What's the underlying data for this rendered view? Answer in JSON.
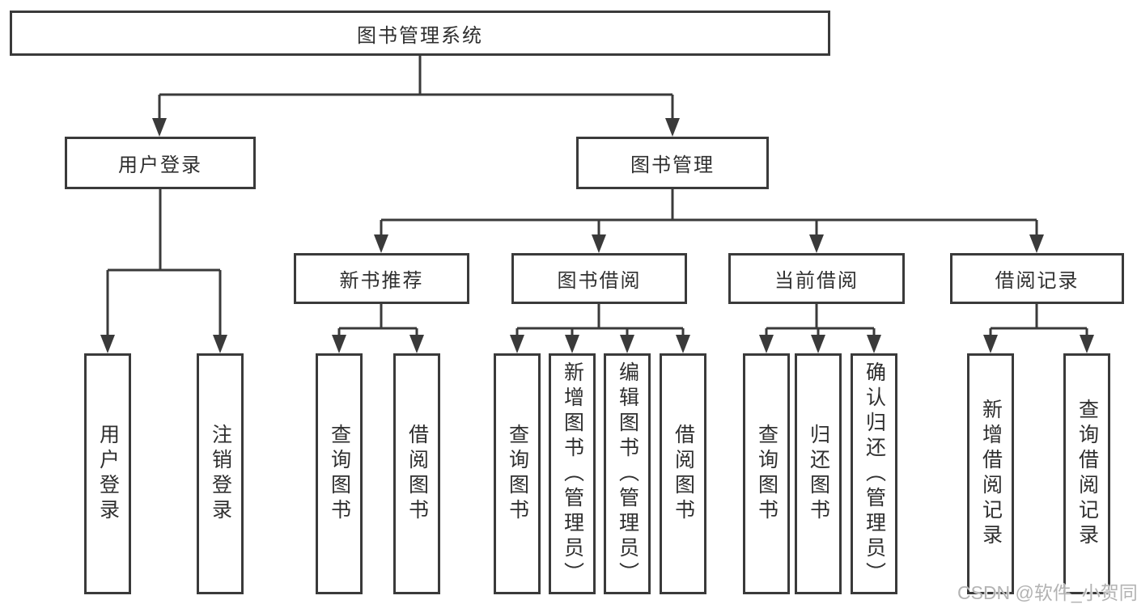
{
  "diagram": {
    "title": "图书管理系统",
    "branches": [
      {
        "label": "用户登录",
        "children": [
          {
            "label": "用户登录"
          },
          {
            "label": "注销登录"
          }
        ]
      },
      {
        "label": "图书管理",
        "children": [
          {
            "label": "新书推荐",
            "children": [
              {
                "label": "查询图书"
              },
              {
                "label": "借阅图书"
              }
            ]
          },
          {
            "label": "图书借阅",
            "children": [
              {
                "label": "查询图书"
              },
              {
                "label": "新增图书（管理员）"
              },
              {
                "label": "编辑图书（管理员）"
              },
              {
                "label": "借阅图书"
              }
            ]
          },
          {
            "label": "当前借阅",
            "children": [
              {
                "label": "查询图书"
              },
              {
                "label": "归还图书"
              },
              {
                "label": "确认归还（管理员）"
              }
            ]
          },
          {
            "label": "借阅记录",
            "children": [
              {
                "label": "新增借阅记录"
              },
              {
                "label": "查询借阅记录"
              }
            ]
          }
        ]
      }
    ]
  },
  "watermark": "CSDN @软件_小贺同学",
  "colors": {
    "line": "#3a3a3a",
    "text": "#2f2f2f",
    "background": "#ffffff",
    "watermark": "#b3b3b3"
  }
}
